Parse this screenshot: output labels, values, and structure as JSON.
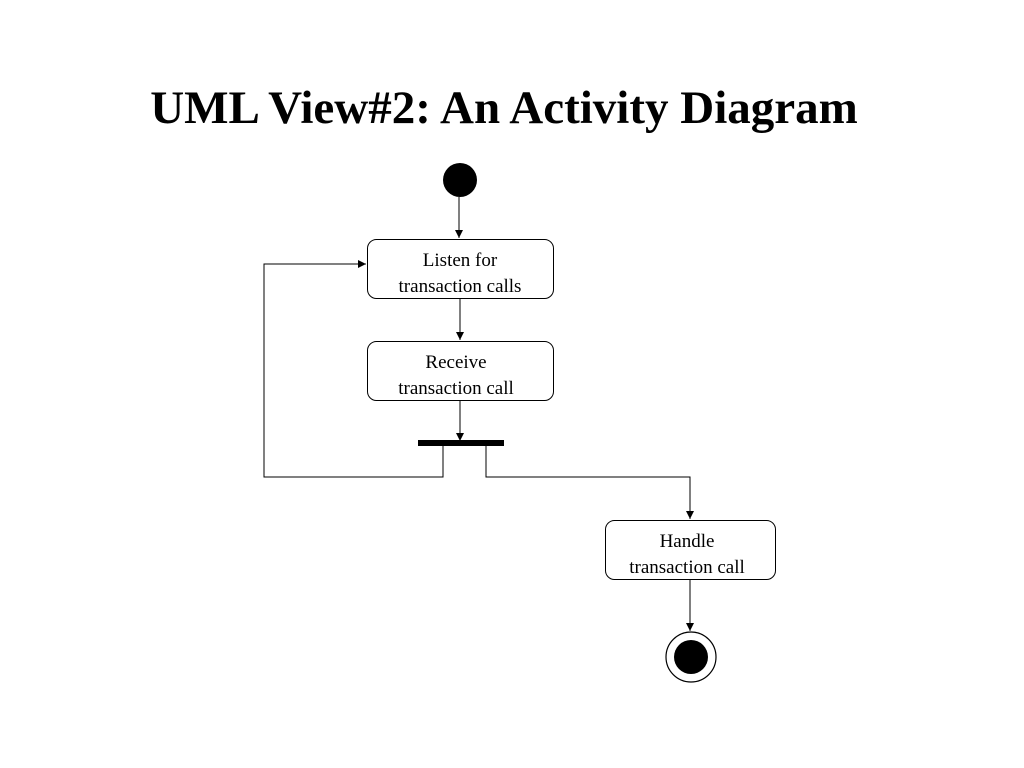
{
  "slide": {
    "title": "UML View#2: An Activity Diagram"
  },
  "diagram": {
    "nodes": {
      "start": {
        "type": "initial-node"
      },
      "listen": {
        "type": "action",
        "label_lines": [
          "Listen for",
          "transaction calls"
        ]
      },
      "receive": {
        "type": "action",
        "label_lines": [
          "Receive",
          "transaction call"
        ]
      },
      "fork": {
        "type": "fork-bar"
      },
      "handle": {
        "type": "action",
        "label_lines": [
          "Handle",
          "transaction call"
        ]
      },
      "end": {
        "type": "final-node"
      }
    },
    "edges": [
      {
        "from": "start",
        "to": "listen"
      },
      {
        "from": "listen",
        "to": "receive"
      },
      {
        "from": "receive",
        "to": "fork"
      },
      {
        "from": "fork",
        "to": "listen"
      },
      {
        "from": "fork",
        "to": "handle"
      },
      {
        "from": "handle",
        "to": "end"
      }
    ],
    "colors": {
      "stroke": "#000000",
      "fill": "#000000",
      "background": "#ffffff"
    }
  }
}
